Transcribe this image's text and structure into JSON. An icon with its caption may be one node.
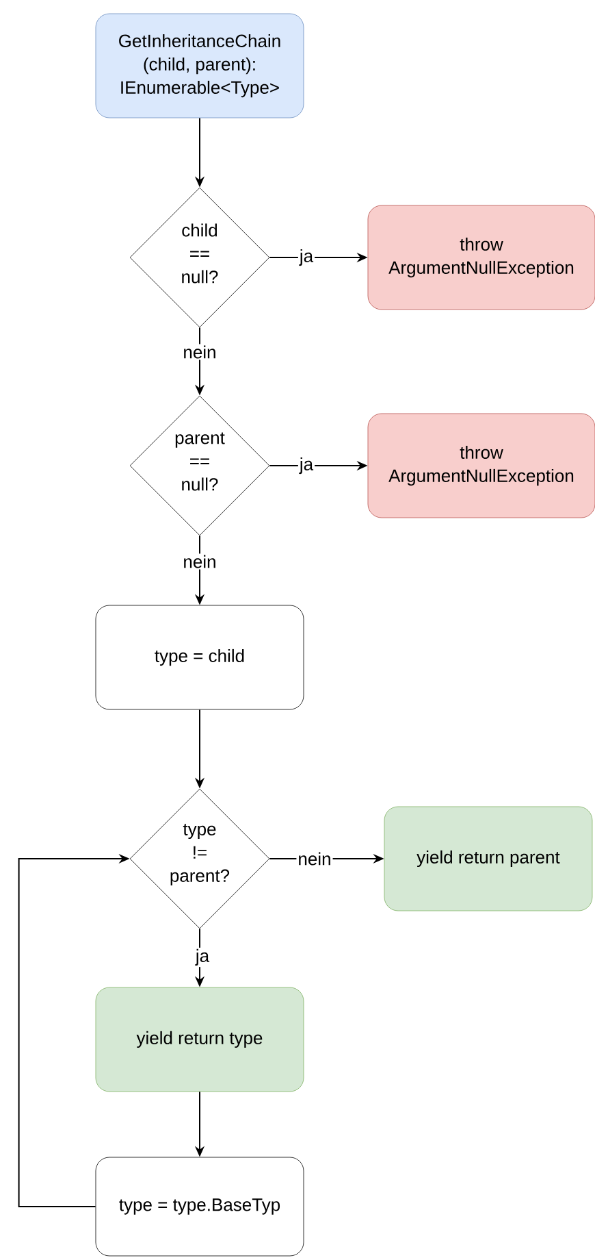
{
  "diagram": {
    "nodes": [
      {
        "text": [
          "GetInheritanceChain (child, parent): IEnumerable<Type>"
        ]
      },
      {
        "text": [
          "child == null?"
        ]
      },
      {
        "text": [
          "throw ArgumentNullException"
        ]
      },
      {
        "text": [
          "parent == null?"
        ]
      },
      {
        "text": [
          "throw ArgumentNullException"
        ]
      },
      {
        "text": [
          "type = child"
        ]
      },
      {
        "text": [
          "type != parent?"
        ]
      },
      {
        "text": [
          "yield return parent"
        ]
      },
      {
        "text": [
          "yield return type"
        ]
      },
      {
        "text": [
          "type = type.BaseTyp"
        ]
      }
    ],
    "edges": [
      {
        "from": 0,
        "to": 1,
        "arrow": "to"
      },
      {
        "from": 1,
        "to": 2,
        "arrow": "to",
        "label": "ja"
      },
      {
        "from": 1,
        "to": 3,
        "arrow": "to",
        "label": "nein"
      },
      {
        "from": 3,
        "to": 4,
        "arrow": "to",
        "label": "ja"
      },
      {
        "from": 3,
        "to": 5,
        "arrow": "to",
        "label": "nein"
      },
      {
        "from": 5,
        "to": 6,
        "arrow": "to"
      },
      {
        "from": 6,
        "to": 7,
        "arrow": "to",
        "label": "nein"
      },
      {
        "from": 6,
        "to": 8,
        "arrow": "to",
        "label": "ja"
      },
      {
        "from": 8,
        "to": 9,
        "arrow": "to"
      },
      {
        "from": 9,
        "to": 6,
        "arrow": "to"
      }
    ]
  }
}
